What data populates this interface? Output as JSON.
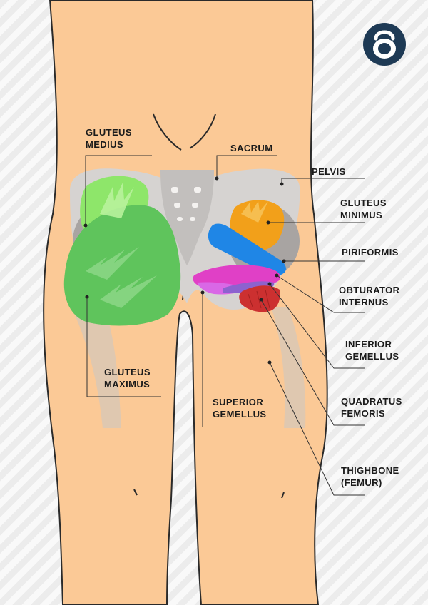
{
  "colors": {
    "skin": "#fbc996",
    "skin_outline": "#2a2a2a",
    "bone": "#d6d3d1",
    "bone_dark": "#a8a4a2",
    "gluteus_medius": "#8ee66a",
    "gluteus_maximus": "#5fc45c",
    "gluteus_minimus": "#f2a01a",
    "piriformis": "#1f86e6",
    "obturator_internus": "#e040c6",
    "superior_gemellus": "#d968e6",
    "inferior_gemellus": "#8d62cf",
    "quadratus_femoris": "#cc3030",
    "leader": "#333333",
    "logo": "#1e3a55"
  },
  "logo_icon": "kettlebell-icon",
  "labels": {
    "gluteus_medius": {
      "line1": "GLUTEUS",
      "line2": "MEDIUS"
    },
    "sacrum": {
      "line1": "SACRUM"
    },
    "pelvis": {
      "line1": "PELVIS"
    },
    "gluteus_minimus": {
      "line1": "GLUTEUS",
      "line2": "MINIMUS"
    },
    "piriformis": {
      "line1": "PIRIFORMIS"
    },
    "obturator_internus": {
      "line1": "OBTURATOR",
      "line2": "INTERNUS"
    },
    "inferior_gemellus": {
      "line1": "INFERIOR",
      "line2": "GEMELLUS"
    },
    "quadratus_femoris": {
      "line1": "QUADRATUS",
      "line2": "FEMORIS"
    },
    "thighbone": {
      "line1": "THIGHBONE",
      "line2": "(FEMUR)"
    },
    "gluteus_maximus": {
      "line1": "GLUTEUS",
      "line2": "MAXIMUS"
    },
    "superior_gemellus": {
      "line1": "SUPERIOR",
      "line2": "GEMELLUS"
    }
  }
}
